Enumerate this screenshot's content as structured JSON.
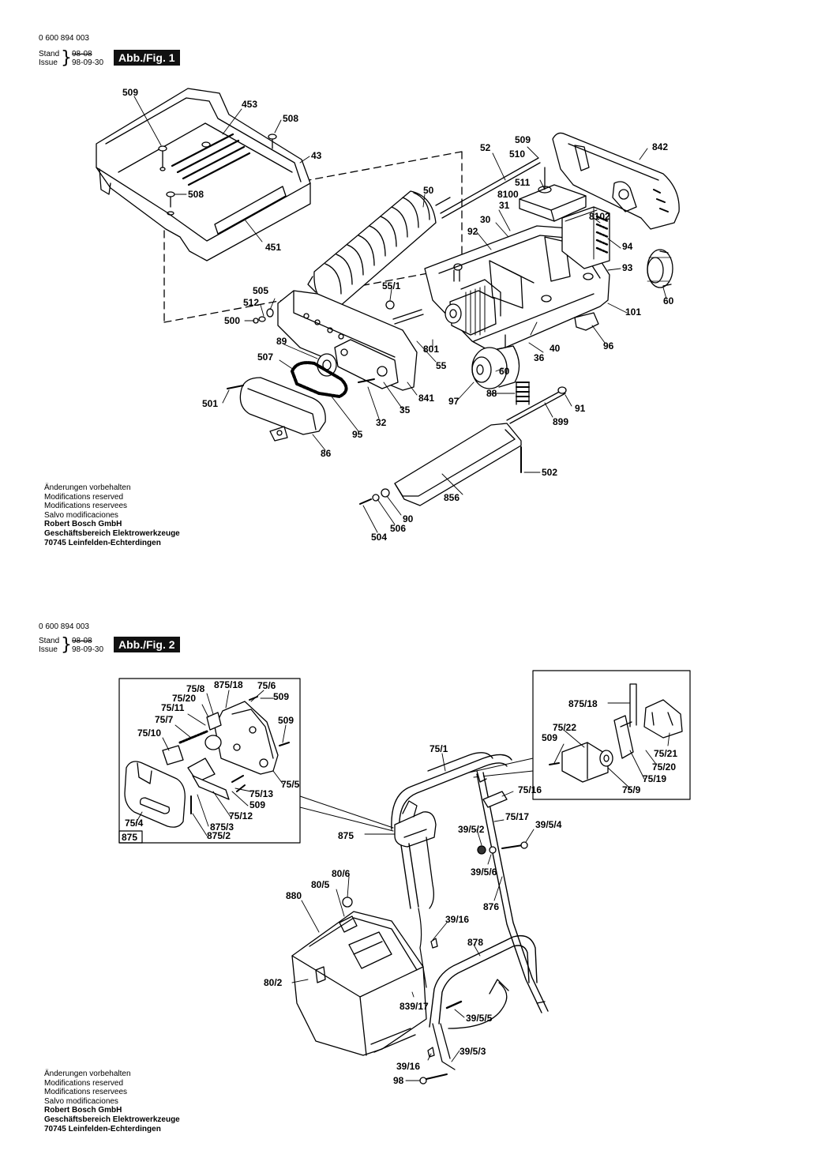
{
  "sheet1": {
    "doc_number": "0 600 894 003",
    "stand_label": "Stand",
    "issue_label": "Issue",
    "stand_value": "98-08",
    "issue_value": "98-09-30",
    "figure_title": "Abb./Fig. 1"
  },
  "sheet2": {
    "doc_number": "0 600 894 003",
    "stand_label": "Stand",
    "issue_label": "Issue",
    "stand_value": "98-08",
    "issue_value": "98-09-30",
    "figure_title": "Abb./Fig. 2"
  },
  "notes": {
    "line1": "Änderungen vorbehalten",
    "line2": "Modifications reserved",
    "line3": "Modifications reservees",
    "line4": "Salvo modificaciones",
    "company": "Robert Bosch GmbH",
    "division": "Geschäftsbereich Elektrowerkzeuge",
    "address": "70745 Leinfelden-Echterdingen"
  },
  "fig1_labels": [
    "509",
    "453",
    "508",
    "43",
    "508",
    "451",
    "52",
    "509",
    "510",
    "511",
    "8100",
    "842",
    "50",
    "31",
    "8102",
    "30",
    "92",
    "94",
    "93",
    "60",
    "505",
    "512",
    "500",
    "55/1",
    "101",
    "89",
    "801",
    "36",
    "40",
    "96",
    "507",
    "55",
    "60",
    "501",
    "841",
    "97",
    "88",
    "91",
    "32",
    "35",
    "95",
    "899",
    "86",
    "502",
    "856",
    "90",
    "506",
    "504"
  ],
  "fig2_labels": [
    "75/8",
    "875/18",
    "75/6",
    "509",
    "75/20",
    "75/11",
    "509",
    "75/7",
    "75/10",
    "75/5",
    "75/13",
    "509",
    "75/12",
    "875/3",
    "875/2",
    "75/4",
    "875",
    "875/18",
    "75/22",
    "509",
    "75/21",
    "75/20",
    "75/19",
    "75/9",
    "75/1",
    "75/16",
    "75/17",
    "39/5/2",
    "39/5/4",
    "875",
    "39/5/6",
    "80/6",
    "80/5",
    "880",
    "876",
    "39/16",
    "878",
    "80/2",
    "839/17",
    "39/5/5",
    "39/5/3",
    "39/16",
    "98"
  ]
}
